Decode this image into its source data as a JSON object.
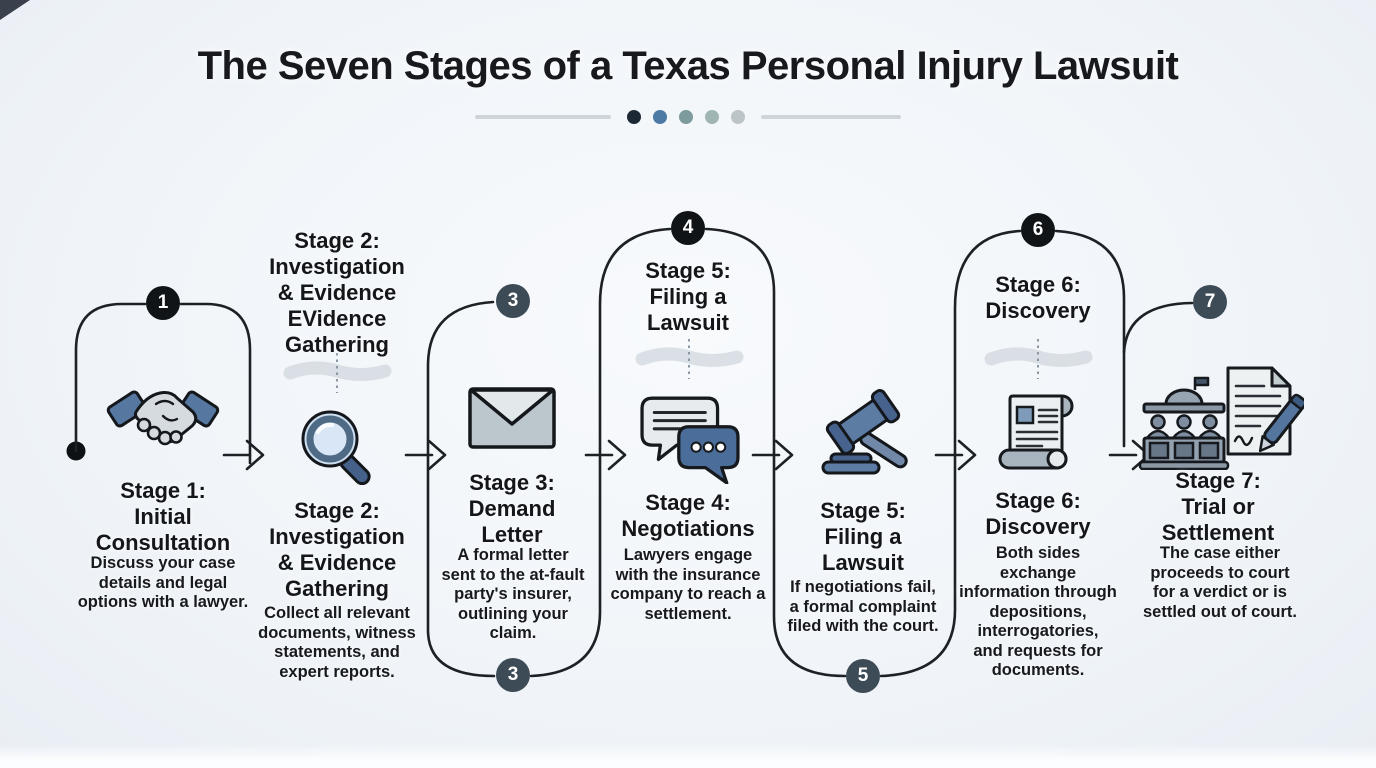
{
  "title": "The Seven Stages of a Texas Personal Injury Lawsuit",
  "divider": {
    "line_color": "#cdd5db",
    "dot_colors": [
      "#1c2935",
      "#4c7aa4",
      "#7d9b9c",
      "#9fb6b3",
      "#bcc4c8"
    ]
  },
  "flow": {
    "line_color": "#1d2125",
    "badge_dark_color": "#101417",
    "badge_slate_color": "#3d4b57",
    "accent_blue": "#4a6d99",
    "steel_gray": "#8d99a6"
  },
  "stages": [
    {
      "badge": "1",
      "heading": "Stage 1:\nInitial\nConsultation",
      "description": "Discuss your case\ndetails and legal\noptions with a lawyer.",
      "icon": "handshake-icon"
    },
    {
      "top_heading": "Stage 2:\nInvestigation\n& Evidence\nEVidence\nGathering",
      "heading": "Stage 2:\nInvestigation\n& Evidence\nGathering",
      "description": "Collect all relevant\ndocuments, witness\nstatements, and\nexpert reports.",
      "icon": "magnifying-glass-icon"
    },
    {
      "badge": "3",
      "heading": "Stage 3:\nDemand\nLetter",
      "description": "A formal letter\nsent to the at-fault\nparty's insurer,\noutlining your\nclaim.",
      "icon": "envelope-icon"
    },
    {
      "badge": "4",
      "top_heading": "Stage 5:\nFiling a\nLawsuit",
      "heading": "Stage 4:\nNegotiations",
      "description": "Lawyers engage\nwith the insurance\ncompany to reach a\nsettlement.",
      "icon": "chat-bubbles-icon"
    },
    {
      "badge": "5",
      "heading": "Stage 5:\nFiling a\nLawsuit",
      "description": "If negotiations fail,\na formal complaint\nfiled with the court.",
      "icon": "gavel-icon"
    },
    {
      "badge": "6",
      "top_heading": "Stage 6:\nDiscovery",
      "heading": "Stage 6:\nDiscovery",
      "description": "Both sides\nexchange\ninformation through\ndepositions,\ninterrogatories,\nand requests for\ndocuments.",
      "icon": "scroll-icon"
    },
    {
      "badge": "7",
      "heading": "Stage 7:\nTrial or\nSettlement",
      "description": "The case either\nproceeds to court\nfor a verdict or is\nsettled out of court.",
      "icon": [
        "jury-box-icon",
        "signed-document-icon"
      ]
    }
  ]
}
